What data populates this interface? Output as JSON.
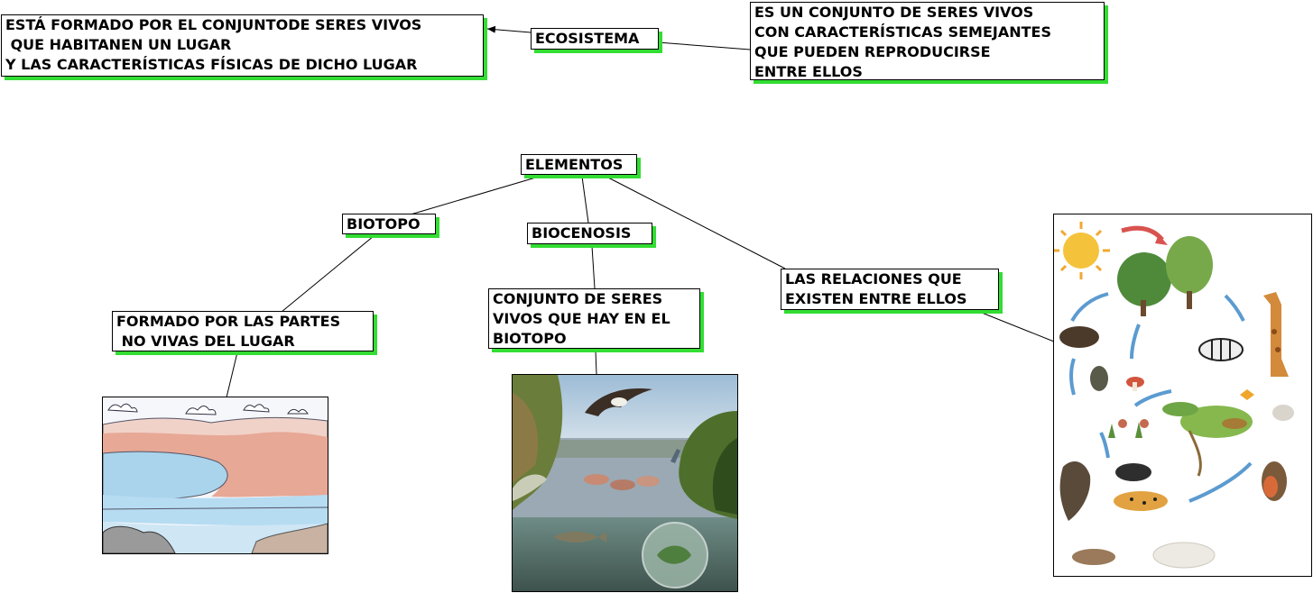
{
  "nodes": {
    "ecosistema": "ECOSISTEMA",
    "ecosistema_def": "ESTÁ FORMADO POR EL CONJUNTODE SERES VIVOS\n QUE HABITANEN UN LUGAR\nY LAS CARACTERÍSTICAS FÍSICAS DE DICHO LUGAR",
    "especie_def": "ES UN CONJUNTO DE SERES VIVOS\nCON CARACTERÍSTICAS SEMEJANTES\nQUE PUEDEN REPRODUCIRSE\nENTRE ELLOS",
    "elementos": "ELEMENTOS",
    "biotopo": "BIOTOPO",
    "biocenosis": "BIOCENOSIS",
    "relaciones": "LAS RELACIONES QUE\nEXISTEN ENTRE ELLOS",
    "biotopo_def": "FORMADO POR LAS PARTES\n NO VIVAS DEL LUGAR",
    "biocenosis_def": "CONJUNTO DE SERES\nVIVOS QUE HAY EN EL\nBIOTOPO"
  },
  "images": {
    "landscape": "landscape-drawing",
    "wetland": "wetland-photo",
    "food_web": "food-web-illustration"
  }
}
